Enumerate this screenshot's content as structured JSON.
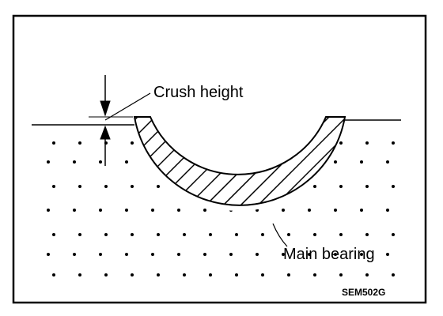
{
  "labels": {
    "crush_height": "Crush height",
    "main_bearing": "Main bearing",
    "figure_code": "SEM502G"
  },
  "icons": {
    "dimension_arrow": "arrow"
  },
  "colors": {
    "ink": "#000000",
    "background": "#ffffff"
  }
}
